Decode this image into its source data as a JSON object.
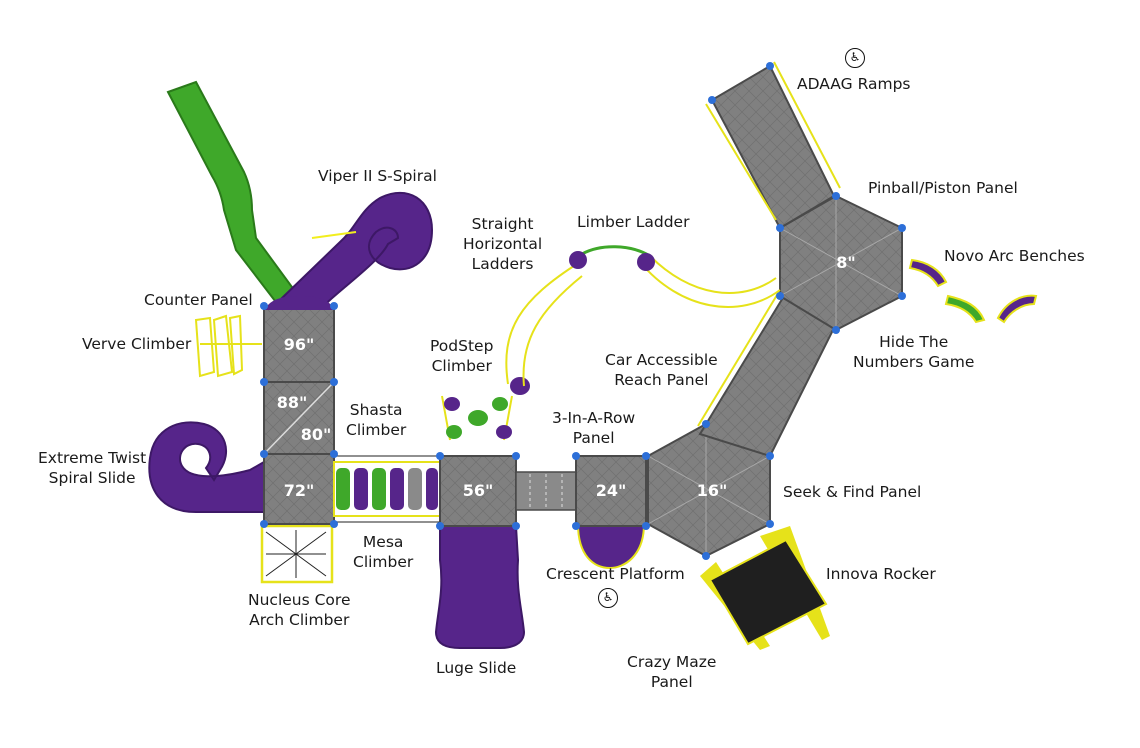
{
  "colors": {
    "deck": "#7d7d7d",
    "deck_border": "#4a4a4a",
    "slide_purple": "#56258a",
    "slide_green": "#3fa82a",
    "accent_yellow": "#f2ee1e",
    "post_blue": "#2d6fd8",
    "rocker_black": "#1f1f1f"
  },
  "deck_heights": {
    "d96": "96\"",
    "d88": "88\"",
    "d80": "80\"",
    "d72": "72\"",
    "d56": "56\"",
    "d24": "24\"",
    "d16": "16\"",
    "d8": "8\""
  },
  "components": {
    "adaag_ramps": "ADAAG Ramps",
    "pinball_piston_panel": "Pinball/Piston Panel",
    "novo_arc_benches": "Novo Arc Benches",
    "hide_numbers_game": "Hide The\nNumbers Game",
    "viper_spiral": "Viper II S-Spiral",
    "straight_horizontal_ladders": "Straight\nHorizontal\nLadders",
    "limber_ladder": "Limber Ladder",
    "counter_panel": "Counter Panel",
    "verve_climber": "Verve Climber",
    "podstep_climber": "PodStep\nClimber",
    "car_accessible_panel": "Car Accessible\nReach Panel",
    "shasta_climber": "Shasta\nClimber",
    "three_in_a_row": "3-In-A-Row\nPanel",
    "extreme_twist": "Extreme Twist\nSpiral Slide",
    "seek_find": "Seek & Find Panel",
    "mesa_climber": "Mesa\nClimber",
    "crescent_platform": "Crescent Platform",
    "innova_rocker": "Innova Rocker",
    "nucleus_core": "Nucleus Core\nArch Climber",
    "luge_slide": "Luge Slide",
    "crazy_maze": "Crazy Maze\nPanel"
  },
  "icons": {
    "wheelchair": "wheelchair-accessible-icon",
    "wheelchair_glyph": "♿"
  }
}
